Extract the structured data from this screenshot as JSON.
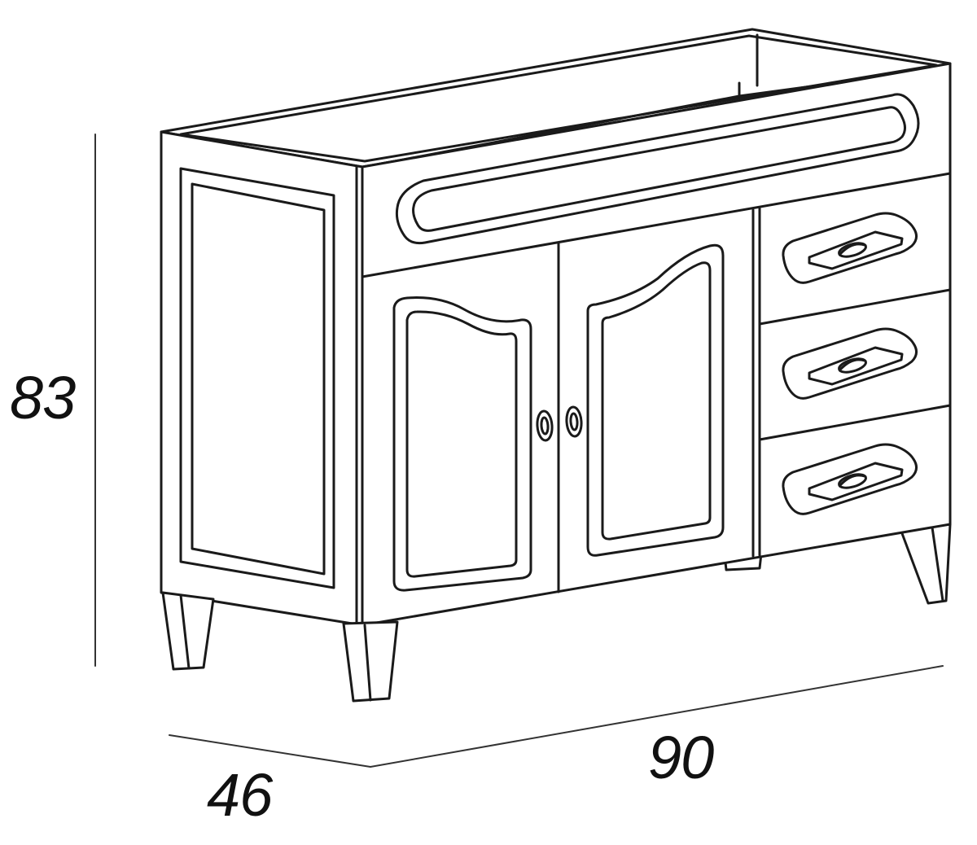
{
  "dimensions": {
    "height": "83",
    "width": "90",
    "depth": "46"
  },
  "colors": {
    "line": "#1a1a1a",
    "fill": "#ffffff",
    "dimension_line": "#333333"
  },
  "cabinet": {
    "doors": 2,
    "drawers": 3,
    "legs_visible": 4
  }
}
